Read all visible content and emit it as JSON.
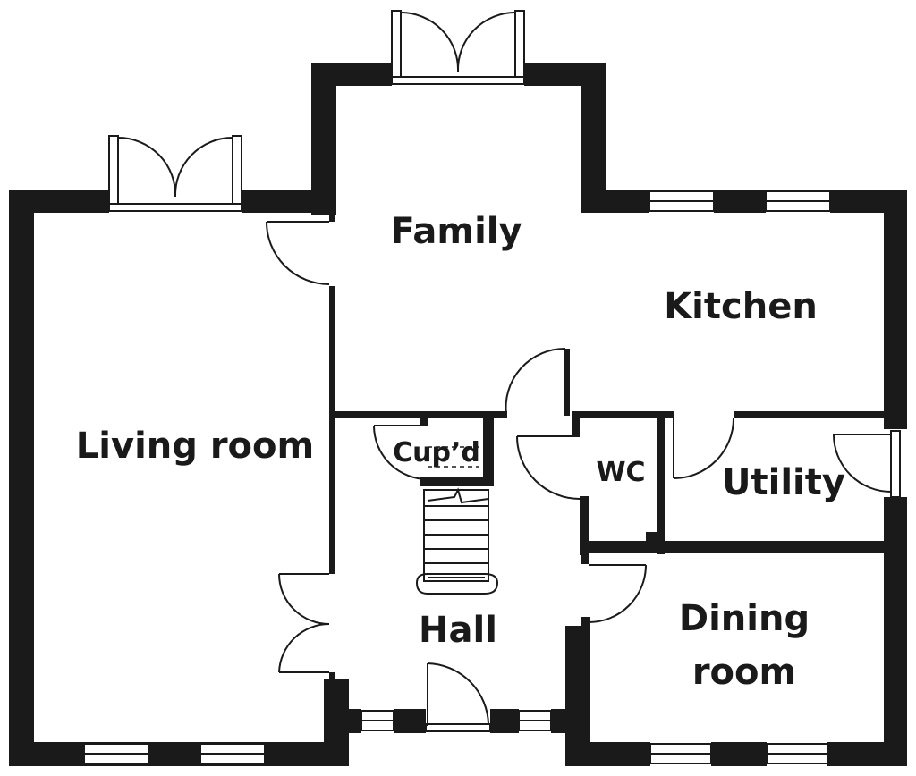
{
  "rooms": {
    "family": "Family",
    "kitchen": "Kitchen",
    "living": "Living room",
    "cupboard": "Cup’d",
    "wc": "WC",
    "utility": "Utility",
    "hall": "Hall",
    "dining_line1": "Dining",
    "dining_line2": "room"
  },
  "colors": {
    "wall": "#1a1a1a",
    "background": "#ffffff"
  }
}
